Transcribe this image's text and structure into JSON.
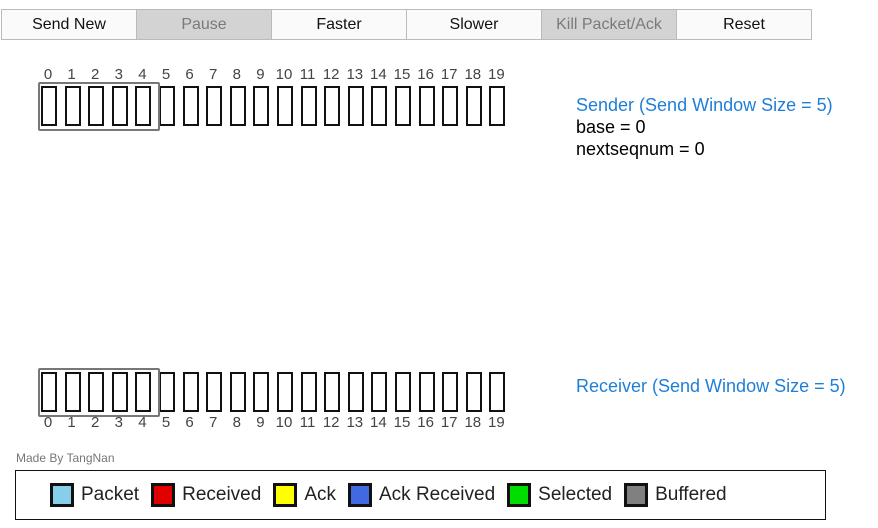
{
  "buttons": [
    {
      "label": "Send New",
      "disabled": false
    },
    {
      "label": "Pause",
      "disabled": true
    },
    {
      "label": "Faster",
      "disabled": false
    },
    {
      "label": "Slower",
      "disabled": false
    },
    {
      "label": "Kill Packet/Ack",
      "disabled": true
    },
    {
      "label": "Reset",
      "disabled": false
    }
  ],
  "sequence_numbers": [
    "0",
    "1",
    "2",
    "3",
    "4",
    "5",
    "6",
    "7",
    "8",
    "9",
    "10",
    "11",
    "12",
    "13",
    "14",
    "15",
    "16",
    "17",
    "18",
    "19"
  ],
  "window_size": 5,
  "sender": {
    "title": "Sender (Send Window Size = 5)",
    "base": "base = 0",
    "nextseqnum": "nextseqnum = 0"
  },
  "receiver": {
    "title": "Receiver (Send Window Size = 5)"
  },
  "credit": "Made By TangNan",
  "legend": [
    {
      "label": "Packet",
      "color": "#87ceeb"
    },
    {
      "label": "Received",
      "color": "#e00000"
    },
    {
      "label": "Ack",
      "color": "#ffff00"
    },
    {
      "label": "Ack Received",
      "color": "#4169e1"
    },
    {
      "label": "Selected",
      "color": "#00dd00"
    },
    {
      "label": "Buffered",
      "color": "#808080"
    }
  ]
}
